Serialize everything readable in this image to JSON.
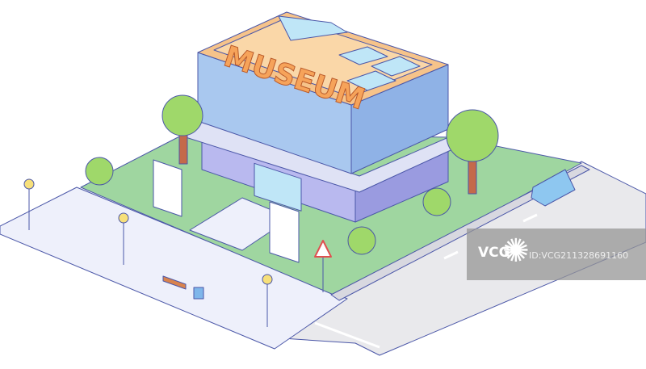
{
  "sign": {
    "text": "MUSEUM"
  },
  "watermark": {
    "logo": "VCG",
    "id": "ID:VCG211328691160"
  },
  "colors": {
    "grass": "#9fd6a0",
    "building": "#a7a8e6",
    "fins": "#a9c8ef",
    "roof": "#f6c38a",
    "tree": "#9fd86a",
    "road": "#e8e8ea",
    "tiles": "#eef0fb"
  }
}
